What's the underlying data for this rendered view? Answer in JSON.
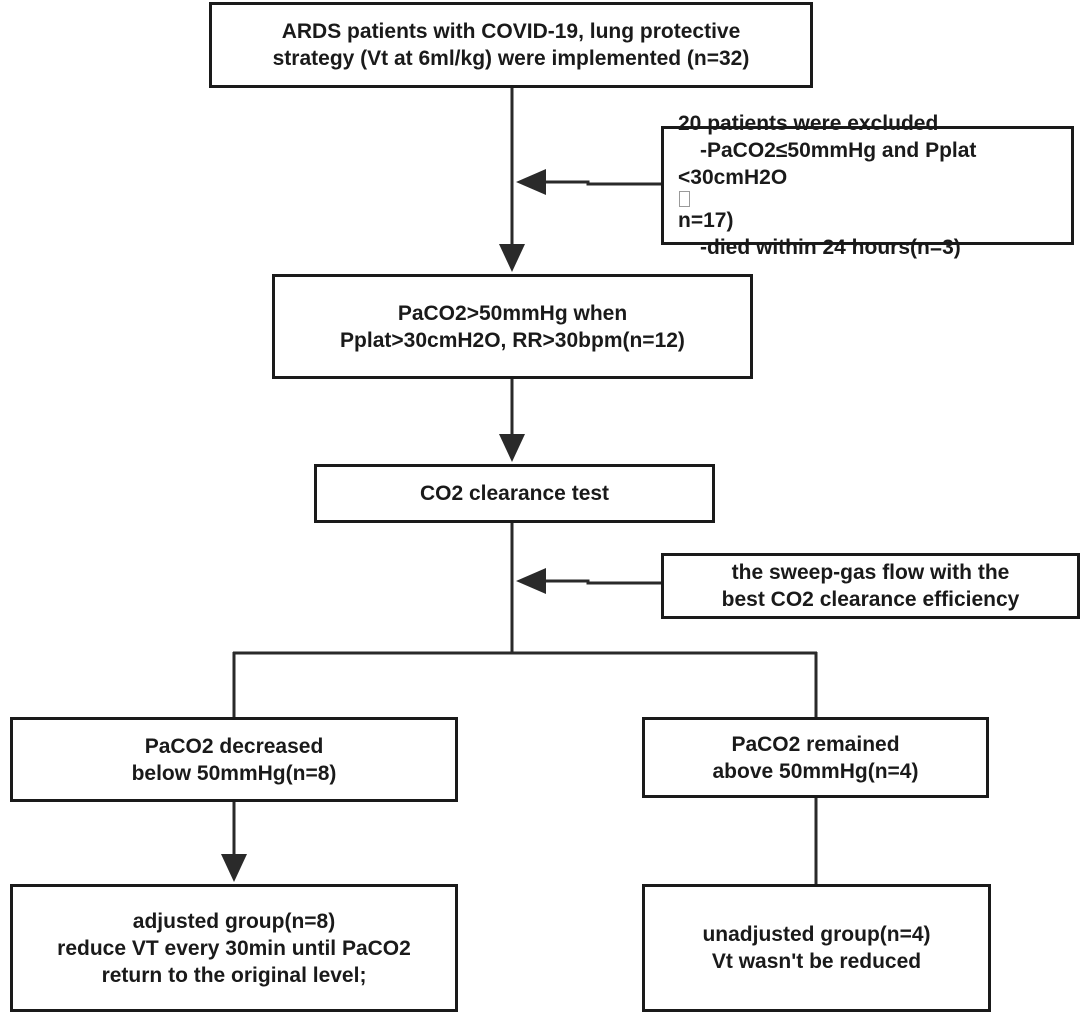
{
  "boxes": {
    "initial": {
      "line1": "ARDS patients with COVID-19, lung protective",
      "line2": "strategy (Vt at 6ml/kg) were implemented (n=32)"
    },
    "excluded": {
      "line1": "20 patients were excluded",
      "line2": "-PaCO2≤50mmHg and Pplat",
      "line3_before": "<30cmH2O",
      "line3_after": "n=17)",
      "line4": "-died within 24 hours(n=3)"
    },
    "hypercapnia": {
      "line1": "PaCO2>50mmHg when",
      "line2": "Pplat>30cmH2O, RR>30bpm(n=12)"
    },
    "clearance_test": {
      "line1": "CO2 clearance test"
    },
    "sweep_gas": {
      "line1": "the sweep-gas flow with the",
      "line2": "best CO2 clearance efficiency"
    },
    "decreased": {
      "line1": "PaCO2 decreased",
      "line2": "below 50mmHg(n=8)"
    },
    "remained": {
      "line1": "PaCO2 remained",
      "line2": "above 50mmHg(n=4)"
    },
    "adjusted": {
      "line1": "adjusted group(n=8)",
      "line2": "reduce VT every 30min until PaCO2",
      "line3": "return to the original level;"
    },
    "unadjusted": {
      "line1": "unadjusted group(n=4)",
      "line2": "Vt  wasn't be reduced"
    }
  },
  "colors": {
    "stroke": "#1a1a1a",
    "arrow": "#2a2a2a",
    "background": "#ffffff"
  }
}
